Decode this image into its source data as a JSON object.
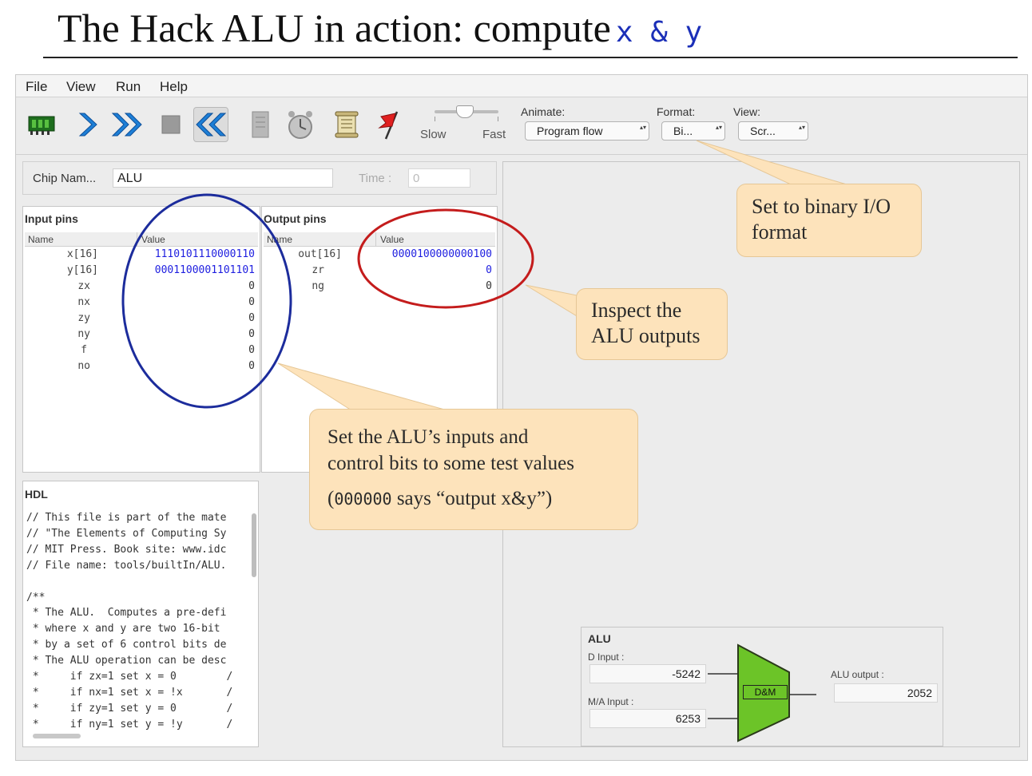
{
  "slide": {
    "title": "The Hack ALU in action: compute",
    "title_code": "x & y"
  },
  "menu": {
    "items": [
      "File",
      "View",
      "Run",
      "Help"
    ]
  },
  "toolbar": {
    "icons": [
      "chip-icon",
      "single-step-icon",
      "fast-forward-icon",
      "stop-icon",
      "rewind-icon",
      "script-icon",
      "clock-icon",
      "scroll-icon",
      "breakpoint-flag-icon"
    ],
    "slider_slow": "Slow",
    "slider_fast": "Fast",
    "animate_label": "Animate:",
    "animate_value": "Program flow",
    "format_label": "Format:",
    "format_value": "Bi...",
    "view_label": "View:",
    "view_value": "Scr..."
  },
  "chip": {
    "name_label": "Chip Nam...",
    "name_value": "ALU",
    "time_label": "Time :",
    "time_value": "0"
  },
  "input_pins": {
    "title": "Input pins",
    "col_name": "Name",
    "col_value": "Value",
    "rows": [
      {
        "name": "x[16]",
        "value": "1110101110000110"
      },
      {
        "name": "y[16]",
        "value": "0001100001101101"
      },
      {
        "name": "zx",
        "value": "0"
      },
      {
        "name": "nx",
        "value": "0"
      },
      {
        "name": "zy",
        "value": "0"
      },
      {
        "name": "ny",
        "value": "0"
      },
      {
        "name": "f",
        "value": "0"
      },
      {
        "name": "no",
        "value": "0"
      }
    ]
  },
  "output_pins": {
    "title": "Output pins",
    "col_name": "Name",
    "col_value": "Value",
    "rows": [
      {
        "name": "out[16]",
        "value": "0000100000000100"
      },
      {
        "name": "zr",
        "value": "0"
      },
      {
        "name": "ng",
        "value": "0"
      }
    ]
  },
  "hdl": {
    "title": "HDL",
    "lines": [
      "// This file is part of the mate",
      "// \"The Elements of Computing Sy",
      "// MIT Press. Book site: www.idc",
      "// File name: tools/builtIn/ALU.",
      "",
      "/**",
      " * The ALU.  Computes a pre-defi",
      " * where x and y are two 16-bit",
      " * by a set of 6 control bits de",
      " * The ALU operation can be desc",
      " *     if zx=1 set x = 0        /",
      " *     if nx=1 set x = !x       /",
      " *     if zy=1 set y = 0        /",
      " *     if ny=1 set y = !y       /"
    ]
  },
  "alu": {
    "title": "ALU",
    "d_input_label": "D Input :",
    "d_input_value": "-5242",
    "ma_input_label": "M/A Input :",
    "ma_input_value": "6253",
    "op_label": "D&M",
    "output_label": "ALU output :",
    "output_value": "2052"
  },
  "callouts": {
    "format": [
      "Set to binary I/O",
      "format"
    ],
    "outputs": [
      "Inspect the",
      "ALU outputs"
    ],
    "inputs_line1": "Set the ALU’s inputs and",
    "inputs_line2": "control bits to some test values",
    "inputs_code": "000000",
    "inputs_line3": " says “output x&y”)",
    "inputs_open": "("
  },
  "colors": {
    "accent_blue": "#2020e0",
    "toolbar_blue": "#1e7fd6",
    "alu_green": "#6cc428",
    "callout_fill": "#fde3bb",
    "circle_blue": "#1c2c9c",
    "circle_red": "#c41c1c"
  }
}
